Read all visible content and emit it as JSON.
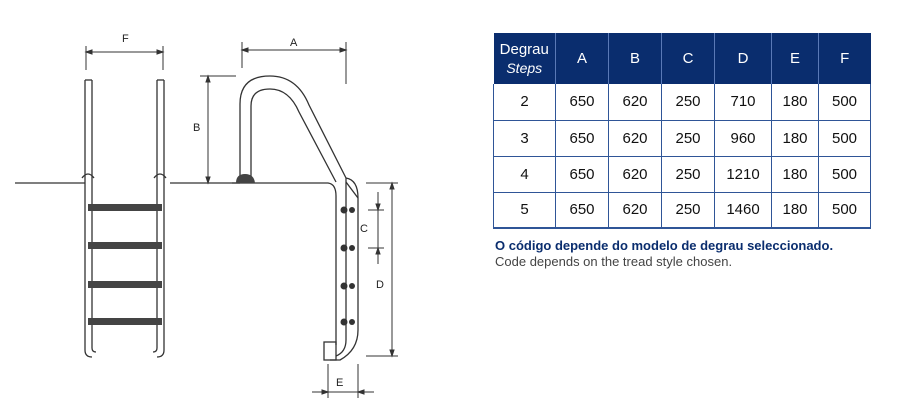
{
  "drawing": {
    "labels": {
      "a": "A",
      "b": "B",
      "c": "C",
      "d": "D",
      "e": "E",
      "f": "F"
    }
  },
  "table": {
    "header": {
      "steps_pt": "Degrau",
      "steps_en": "Steps",
      "cols": [
        "A",
        "B",
        "C",
        "D",
        "E",
        "F"
      ]
    },
    "rows": [
      [
        "2",
        "650",
        "620",
        "250",
        "710",
        "180",
        "500"
      ],
      [
        "3",
        "650",
        "620",
        "250",
        "960",
        "180",
        "500"
      ],
      [
        "4",
        "650",
        "620",
        "250",
        "1210",
        "180",
        "500"
      ],
      [
        "5",
        "650",
        "620",
        "250",
        "1460",
        "180",
        "500"
      ]
    ]
  },
  "note": {
    "pt": "O código depende do modelo de degrau seleccionado.",
    "en": "Code depends on the tread style chosen."
  },
  "colors": {
    "header_bg": "#0a2d6e",
    "grid": "#2f5597",
    "note_pt": "#0a2d6e",
    "note_en": "#444444"
  }
}
